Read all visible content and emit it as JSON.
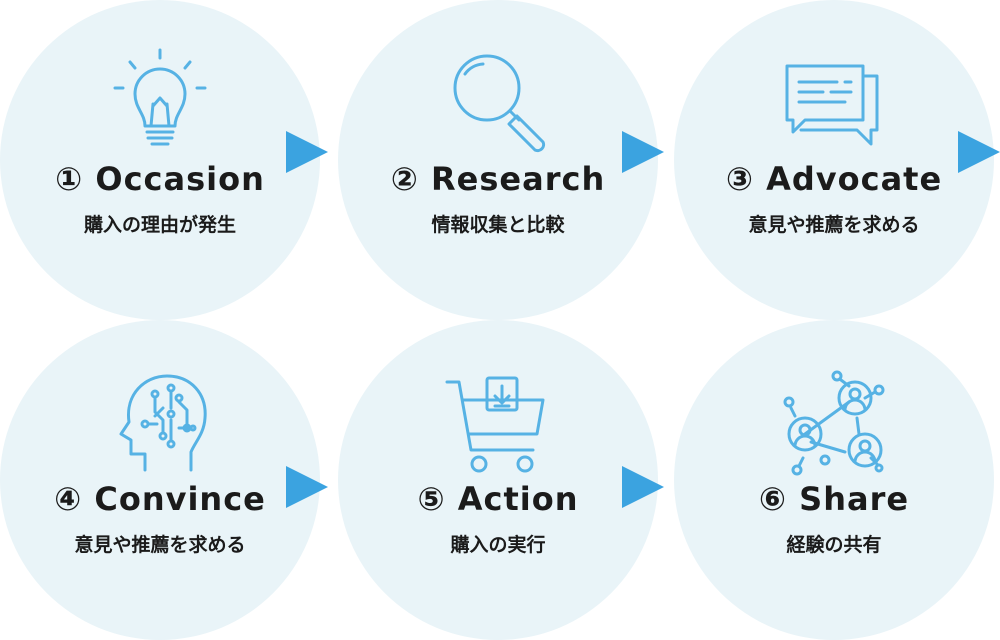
{
  "steps": [
    {
      "title": "① Occasion",
      "subtitle": "購入の理由が発生",
      "icon": "lightbulb-icon"
    },
    {
      "title": "② Research",
      "subtitle": "情報収集と比較",
      "icon": "magnifier-icon"
    },
    {
      "title": "③ Advocate",
      "subtitle": "意見や推薦を求める",
      "icon": "speech-bubbles-icon"
    },
    {
      "title": "④ Convince",
      "subtitle": "意見や推薦を求める",
      "icon": "brain-head-icon"
    },
    {
      "title": "⑤ Action",
      "subtitle": "購入の実行",
      "icon": "shopping-cart-icon"
    },
    {
      "title": "⑥ Share",
      "subtitle": "経験の共有",
      "icon": "network-people-icon"
    }
  ],
  "colors": {
    "circle": "#e9f4f8",
    "arrow": "#3ba3e0",
    "icon": "#56b2e4",
    "text": "#1b1b1b"
  }
}
